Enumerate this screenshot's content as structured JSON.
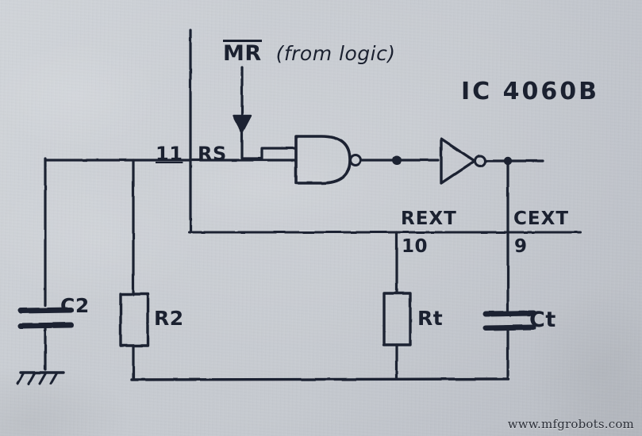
{
  "image": {
    "kind": "hand-drawn-circuit-schematic",
    "medium": "pen on paper photograph",
    "background_color": "#c9cdd3",
    "ink_color": "#1b2130"
  },
  "title_note": {
    "text": "IC 4060B"
  },
  "signals": {
    "mr_label": "MR",
    "mr_overline": true,
    "mr_source": "(from logic)"
  },
  "pins": [
    {
      "number": "11",
      "name": "RS"
    },
    {
      "number": "10",
      "name": "REXT"
    },
    {
      "number": "9",
      "name": "CEXT"
    }
  ],
  "pin_labels": {
    "rs_pin": "11",
    "rs_name": "RS",
    "rext_name": "REXT",
    "rext_pin": "10",
    "cext_name": "CEXT",
    "cext_pin": "9"
  },
  "components": [
    {
      "ref": "C2",
      "type": "capacitor"
    },
    {
      "ref": "R2",
      "type": "resistor"
    },
    {
      "ref": "Rt",
      "type": "resistor"
    },
    {
      "ref": "Ct",
      "type": "capacitor"
    }
  ],
  "component_labels": {
    "c2": "C2",
    "r2": "R2",
    "rt": "Rt",
    "ct": "Ct"
  },
  "gates": [
    {
      "name": "nand-gate",
      "type": "NAND",
      "inverting_output": true,
      "inputs": 2
    },
    {
      "name": "inverter-gate",
      "type": "NOT",
      "inverting_output": true,
      "inputs": 1
    }
  ],
  "symbols": {
    "ground": "earth-ground",
    "junction_dots": 2
  },
  "watermark": {
    "text": "www.mfgrobots.com"
  }
}
